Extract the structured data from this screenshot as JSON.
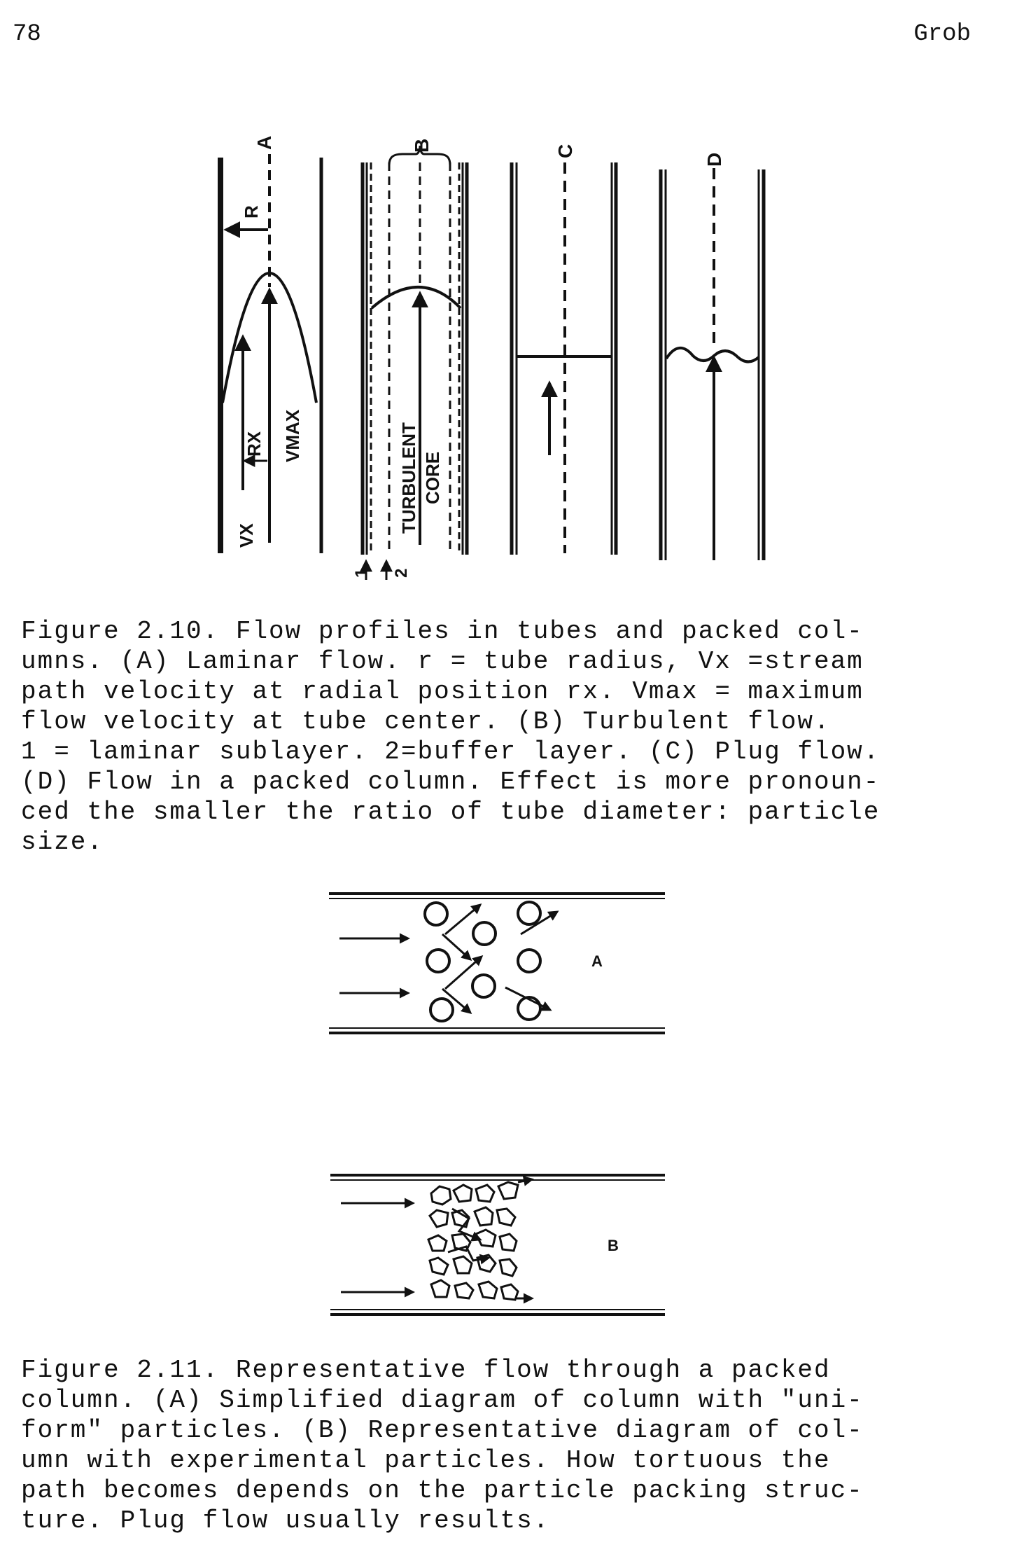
{
  "header": {
    "page_number": "78",
    "running_head": "Grob"
  },
  "figure_2_10": {
    "labels": {
      "panel_a": "A",
      "panel_b": "B",
      "panel_c": "C",
      "panel_d": "D",
      "r": "R",
      "rx": "RX",
      "vx": "VX",
      "vmax": "VMAX",
      "core_line1": "TURBULENT",
      "core_line2": "CORE",
      "sublayer": "1",
      "buffer": "2"
    },
    "caption": [
      "Figure 2.10.  Flow profiles in tubes and packed col-",
      "umns.  (A) Laminar flow.  r = tube radius, Vx =stream",
      "path velocity at radial position rx.  Vmax = maximum",
      "flow velocity at tube center.  (B) Turbulent flow.",
      "1 = laminar sublayer. 2=buffer layer. (C) Plug flow.",
      "(D) Flow in a packed column. Effect is more pronoun-",
      "ced the smaller the ratio of tube diameter: particle",
      "size."
    ]
  },
  "figure_2_11": {
    "labels": {
      "panel_a": "A",
      "panel_b": "B"
    },
    "caption": [
      "Figure 2.11.  Representative flow through a packed",
      "column.  (A) Simplified diagram of column with \"uni-",
      "form\" particles.  (B) Representative diagram of col-",
      "umn with experimental particles.  How tortuous the",
      "path becomes depends on the particle packing struc-",
      "ture.  Plug flow usually results."
    ]
  }
}
